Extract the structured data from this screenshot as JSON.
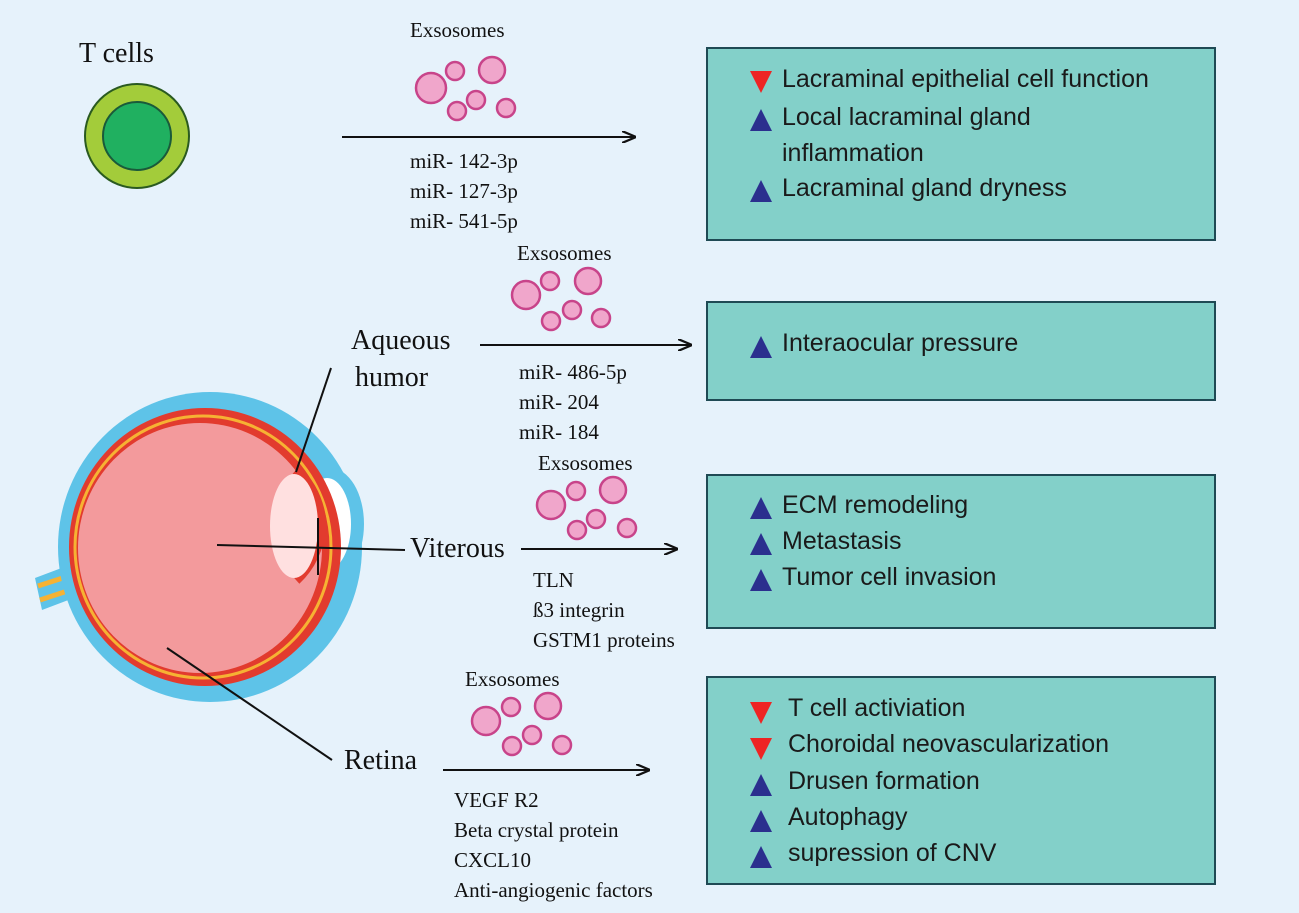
{
  "tcells": {
    "label": "T cells"
  },
  "exosome_label": "Exsosomes",
  "rows": [
    {
      "source": "",
      "molecules": [
        "miR- 142-3p",
        "miR- 127-3p",
        "miR- 541-5p"
      ],
      "effects": [
        {
          "dir": "down",
          "text": "Lacraminal epithelial cell function"
        },
        {
          "dir": "up",
          "text": "Local lacraminal gland"
        },
        {
          "dir": "",
          "text": "inflammation"
        },
        {
          "dir": "up",
          "text": "Lacraminal gland dryness"
        }
      ]
    },
    {
      "source_lines": [
        "Aqueous",
        "humor"
      ],
      "molecules": [
        "miR- 486-5p",
        "miR- 204",
        "miR- 184"
      ],
      "effects": [
        {
          "dir": "up",
          "text": "Interaocular pressure"
        }
      ]
    },
    {
      "source": "Viterous",
      "molecules": [
        "TLN",
        "ß3 integrin",
        "GSTM1 proteins"
      ],
      "effects": [
        {
          "dir": "up",
          "text": "ECM remodeling"
        },
        {
          "dir": "up",
          "text": "Metastasis"
        },
        {
          "dir": "up",
          "text": "Tumor cell invasion"
        }
      ]
    },
    {
      "source": "Retina",
      "molecules": [
        "VEGF R2",
        "Beta crystal protein",
        "CXCL10",
        "Anti-angiogenic factors"
      ],
      "effects": [
        {
          "dir": "down",
          "text": "T cell activiation"
        },
        {
          "dir": "down",
          "text": "Choroidal neovascularization"
        },
        {
          "dir": "up",
          "text": "Drusen formation"
        },
        {
          "dir": "up",
          "text": "Autophagy"
        },
        {
          "dir": "up",
          "text": "supression of CNV"
        }
      ]
    }
  ],
  "colors": {
    "background": "#e6f2fb",
    "effect_box": "#83d0c9",
    "exosome_fill": "#f0a6cb",
    "exosome_stroke": "#c8448a",
    "increase_triangle": "#2b2f8e",
    "decrease_triangle": "#ee2424",
    "tcell_outer": "#a3cc3a",
    "tcell_inner": "#20b060"
  }
}
